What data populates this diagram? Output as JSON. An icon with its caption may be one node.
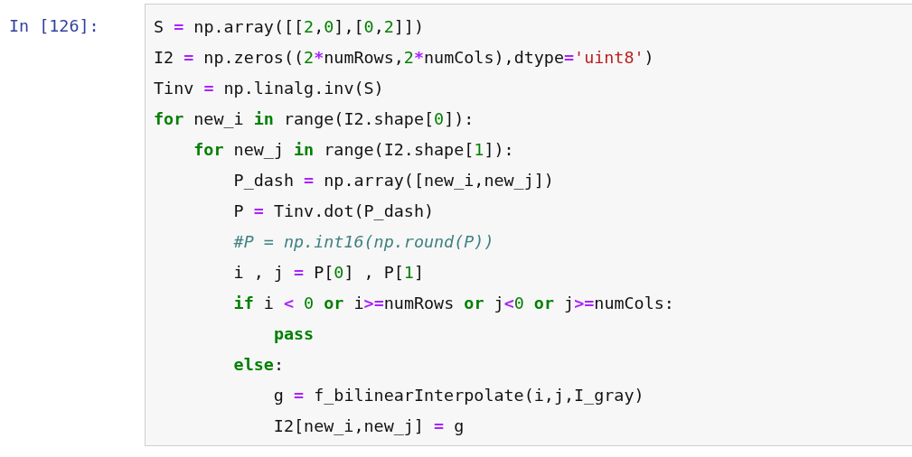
{
  "diagram": {
    "nodes": [
      {
        "text": [
          "In [126]:",
          "S **=** np.array([[2,0],[0,2]])",
          "I2 **=** np.zeros((2*numRows,2*numCols),dtype='uint8')",
          "Tinv **=** np.linalg.inv(S)",
          "**for** new_i **in** range(I2.shape[0]):",
          "    **for** new_j **in** range(I2.shape[1]):",
          "        P_dash **=** np.array([new_i,new_j])",
          "        P **=** Tinv.dot(P_dash)",
          "        *#P = np.int16(np.round(P))*",
          "        i , j **=** P[0] , P[1]",
          "        **if** i < 0 **or** i>=numRows **or** j<0 **or** j>=numCols:",
          "            **pass**",
          "        **else**:",
          "            g **=** f_bilinearInterpolate(i,j,I_gray)",
          "            I2[new_i,new_j] **=** g"
        ]
      }
    ]
  }
}
